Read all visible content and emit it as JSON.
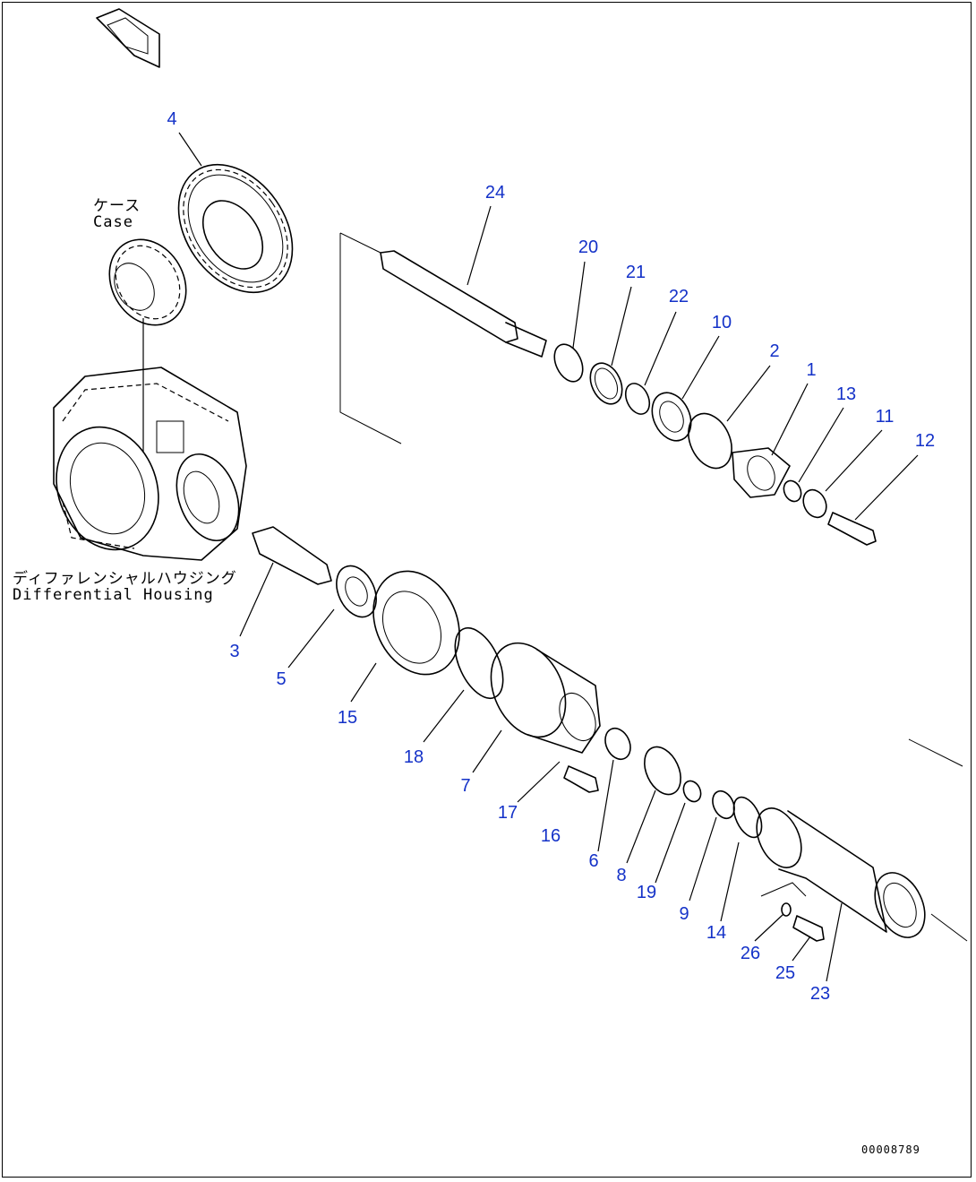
{
  "labels": {
    "case_jp": "ケース",
    "case_en": "Case",
    "housing_jp": "ディファレンシャルハウジング",
    "housing_en": "Differential Housing"
  },
  "drawing_code": "00008789",
  "parts": [
    {
      "id": "p4",
      "num": "4"
    },
    {
      "id": "p24",
      "num": "24"
    },
    {
      "id": "p20",
      "num": "20"
    },
    {
      "id": "p21",
      "num": "21"
    },
    {
      "id": "p22",
      "num": "22"
    },
    {
      "id": "p10",
      "num": "10"
    },
    {
      "id": "p2",
      "num": "2"
    },
    {
      "id": "p1",
      "num": "1"
    },
    {
      "id": "p13",
      "num": "13"
    },
    {
      "id": "p11",
      "num": "11"
    },
    {
      "id": "p12",
      "num": "12"
    },
    {
      "id": "p3",
      "num": "3"
    },
    {
      "id": "p5",
      "num": "5"
    },
    {
      "id": "p15",
      "num": "15"
    },
    {
      "id": "p18",
      "num": "18"
    },
    {
      "id": "p7",
      "num": "7"
    },
    {
      "id": "p17",
      "num": "17"
    },
    {
      "id": "p16",
      "num": "16"
    },
    {
      "id": "p6",
      "num": "6"
    },
    {
      "id": "p8",
      "num": "8"
    },
    {
      "id": "p19",
      "num": "19"
    },
    {
      "id": "p9",
      "num": "9"
    },
    {
      "id": "p14",
      "num": "14"
    },
    {
      "id": "p26",
      "num": "26"
    },
    {
      "id": "p25",
      "num": "25"
    },
    {
      "id": "p23",
      "num": "23"
    }
  ],
  "colors": {
    "callout": "#1432c8",
    "line": "#000000"
  }
}
